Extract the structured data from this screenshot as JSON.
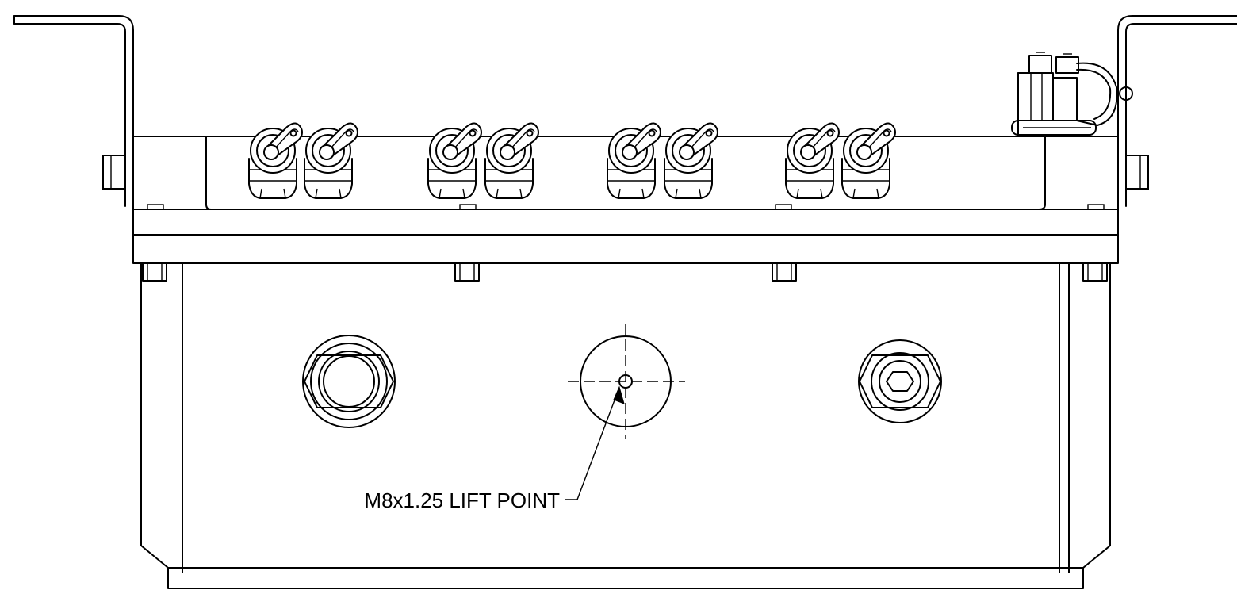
{
  "callout": {
    "label": "M8x1.25 LIFT POINT"
  },
  "connectors": {
    "count": 8,
    "groups": 4
  },
  "colors": {
    "line": "#000000",
    "background": "#ffffff"
  }
}
